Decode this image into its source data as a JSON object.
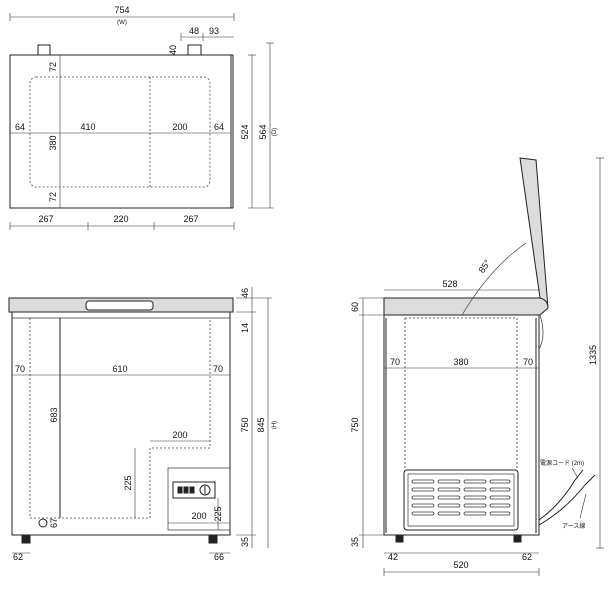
{
  "top_view": {
    "dims": {
      "overall_width": "754",
      "overall_width_symbol": "(W)",
      "pipe_offset": "48",
      "pipe_to_edge": "93",
      "pipe_height": "40",
      "inner_depth": "524",
      "overall_depth": "564",
      "overall_depth_symbol": "(D)",
      "top_margin": "72",
      "bottom_margin": "72",
      "inner_height": "380",
      "left_margin": "64",
      "left_inner": "410",
      "right_inner": "200",
      "right_margin": "64",
      "bottom_left": "267",
      "bottom_center": "220",
      "bottom_right": "267"
    }
  },
  "front_view": {
    "dims": {
      "lid_height": "46",
      "gap": "14",
      "body_height": "750",
      "overall_height": "845",
      "overall_height_symbol": "(H)",
      "left_wall": "70",
      "inner_width": "610",
      "right_wall": "70",
      "inner_depth": "683",
      "step_width": "200",
      "step_height": "225",
      "machine_width": "200",
      "machine_height": "225",
      "drain_height": "67",
      "caster_height": "35",
      "left_foot": "62",
      "right_foot": "66"
    }
  },
  "side_view": {
    "dims": {
      "lid_depth": "528",
      "open_angle": "85°",
      "lid_thickness": "60",
      "left_wall": "70",
      "inner_width": "380",
      "right_wall": "70",
      "body_height": "750",
      "caster_height": "35",
      "left_foot": "42",
      "base_depth": "520",
      "right_foot": "62",
      "open_height": "1335"
    },
    "labels": {
      "power_cord": "電源コード (2m)",
      "ground_wire": "アース線"
    }
  }
}
